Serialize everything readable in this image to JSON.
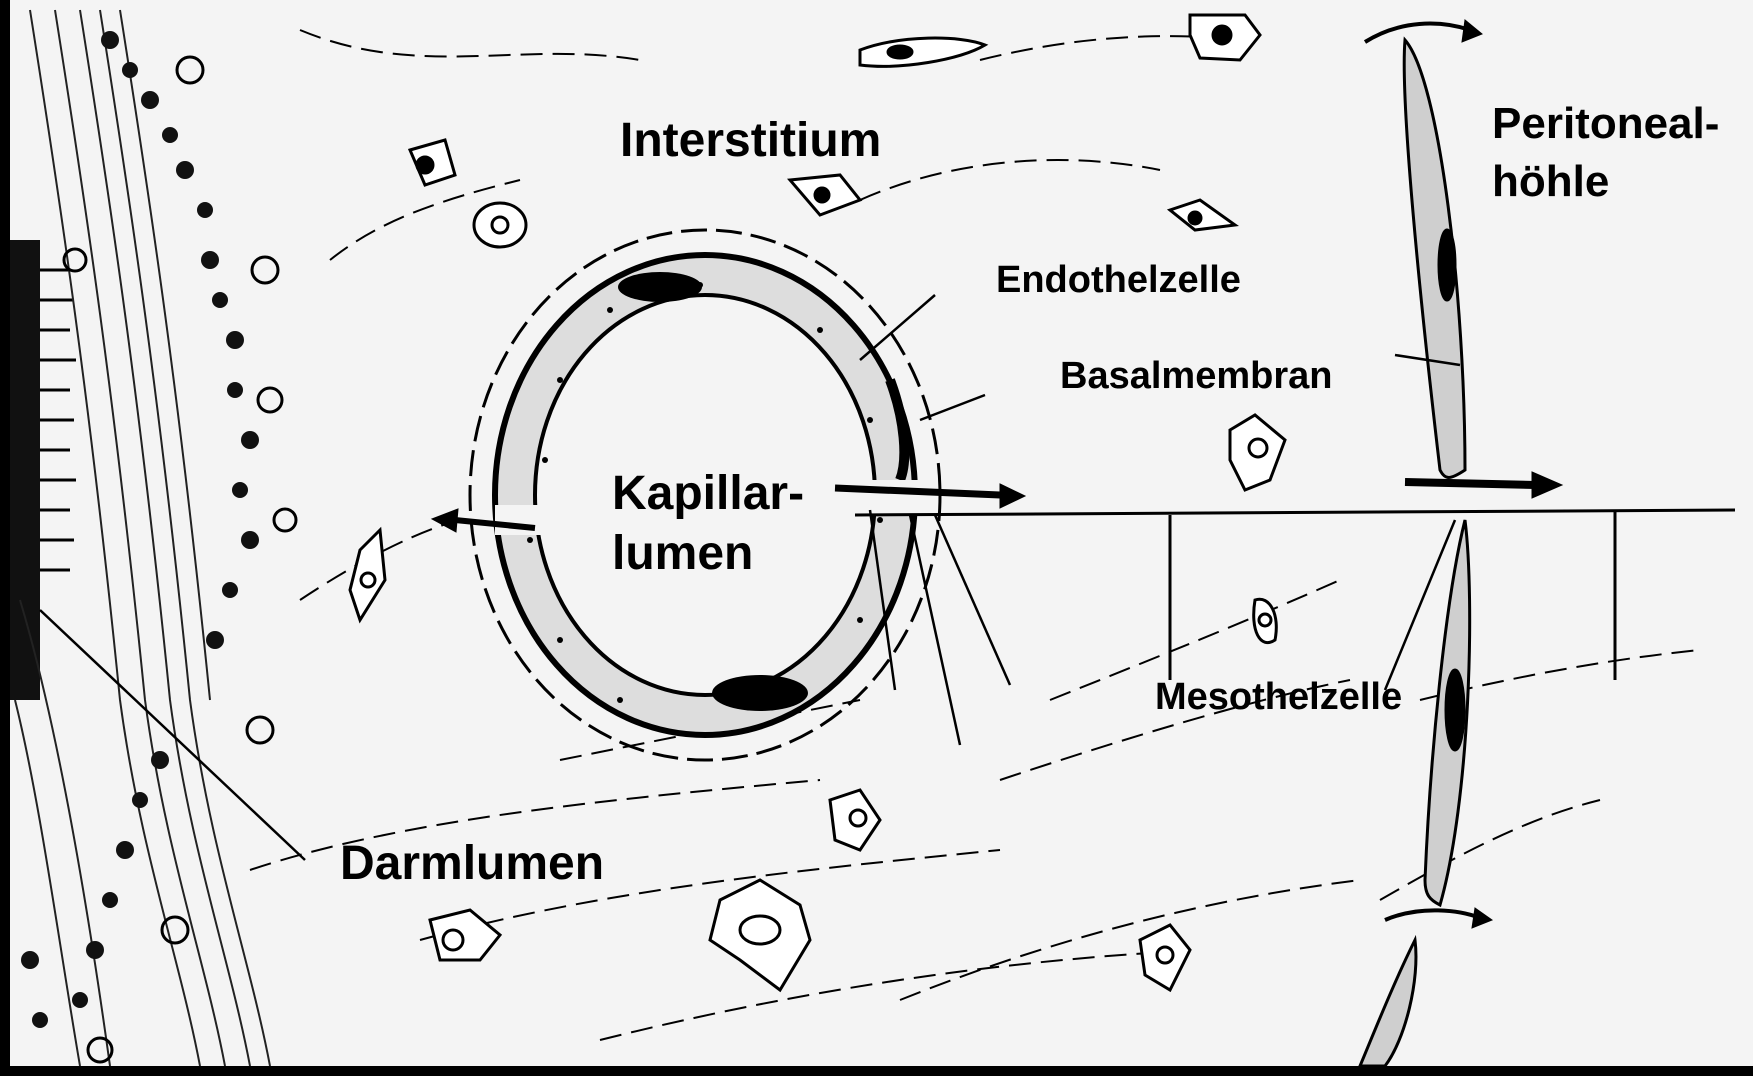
{
  "labels": {
    "interstitium": "Interstitium",
    "peritoneal_line1": "Peritoneal-",
    "peritoneal_line2": "höhle",
    "endothelzelle": "Endothelzelle",
    "basalmembran": "Basalmembran",
    "kapillar_line1": "Kapillar-",
    "kapillar_line2": "lumen",
    "mesothelzelle": "Mesothelzelle",
    "darmlumen": "Darmlumen"
  },
  "colors": {
    "ink": "#000000",
    "paper": "#f4f4f4",
    "frame": "#000000"
  }
}
